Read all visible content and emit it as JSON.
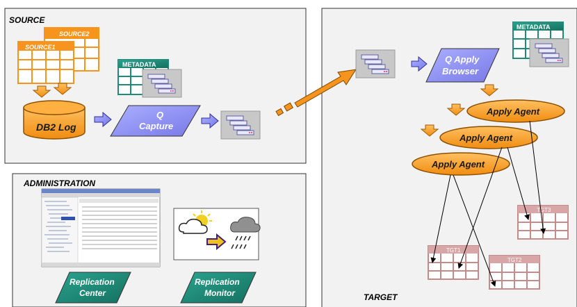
{
  "panels": {
    "source": {
      "title": "SOURCE"
    },
    "administration": {
      "title": "ADMINISTRATION"
    },
    "target": {
      "title": "TARGET"
    }
  },
  "source": {
    "tables": [
      "SOURCE2",
      "SOURCE1"
    ],
    "log": "DB2 Log",
    "capture": [
      "Q",
      "Capture"
    ],
    "metadata": "METADATA"
  },
  "target": {
    "apply_browser": [
      "Q Apply",
      "Browser"
    ],
    "metadata": "METADATA",
    "agents": [
      "Apply Agent",
      "Apply Agent",
      "Apply Agent"
    ],
    "tables": [
      "TGT3",
      "TGT1",
      "TGT2"
    ]
  },
  "administration": {
    "replication_center": [
      "Replication",
      "Center"
    ],
    "replication_monitor": [
      "Replication",
      "Monitor"
    ]
  },
  "colors": {
    "orange": "#f7941d",
    "lavender": "#8f8ff0",
    "teal": "#1e8a78",
    "tgt": "#c58b8b"
  }
}
